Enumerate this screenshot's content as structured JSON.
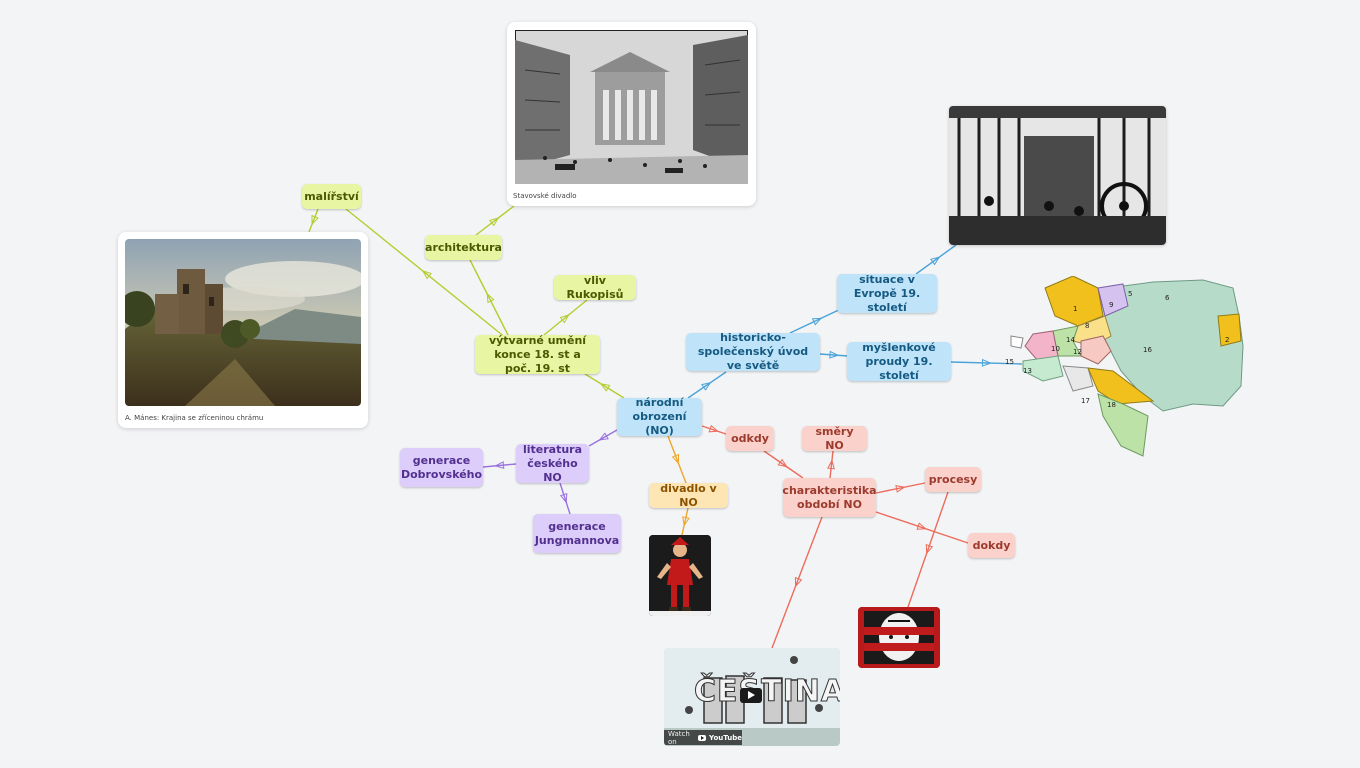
{
  "nodes": {
    "center": "národní obrození (NO)",
    "historicko": "historicko-společenský úvod ve světě",
    "situace": "situace v Evropě 19. století",
    "mysl": "myšlenkové proudy 19. století",
    "vytvarne": "výtvarné umění konce 18. st a poč. 19. st",
    "malirstvi": "malířství",
    "architektura": "architektura",
    "rukopisu": "vliv Rukopisů",
    "literatura": "literatura českého NO",
    "gen_dob": "generace Dobrovského",
    "gen_jung": "generace Jungmannova",
    "divadlo": "divadlo v NO",
    "charakteristika": "charakteristika období NO",
    "odkdy": "odkdy",
    "smery": "směry NO",
    "procesy": "procesy",
    "dokdy": "dokdy"
  },
  "captions": {
    "manes": "A. Mánes: Krajina se zříceninou chrámu",
    "stavovske": "Stavovské divadlo"
  },
  "video": {
    "title": "ČEŠTINA",
    "watch_label": "Watch on",
    "youtube_label": "YouTube"
  },
  "map_labels": [
    "1",
    "2",
    "5",
    "6",
    "8",
    "9",
    "10",
    "12",
    "13",
    "14",
    "15",
    "16",
    "17",
    "18"
  ],
  "colors": {
    "green": "#b5cc2e",
    "blue": "#4aa3d8",
    "purple": "#9a72e0",
    "orange": "#eea52a",
    "pink": "#ee6b5b"
  }
}
